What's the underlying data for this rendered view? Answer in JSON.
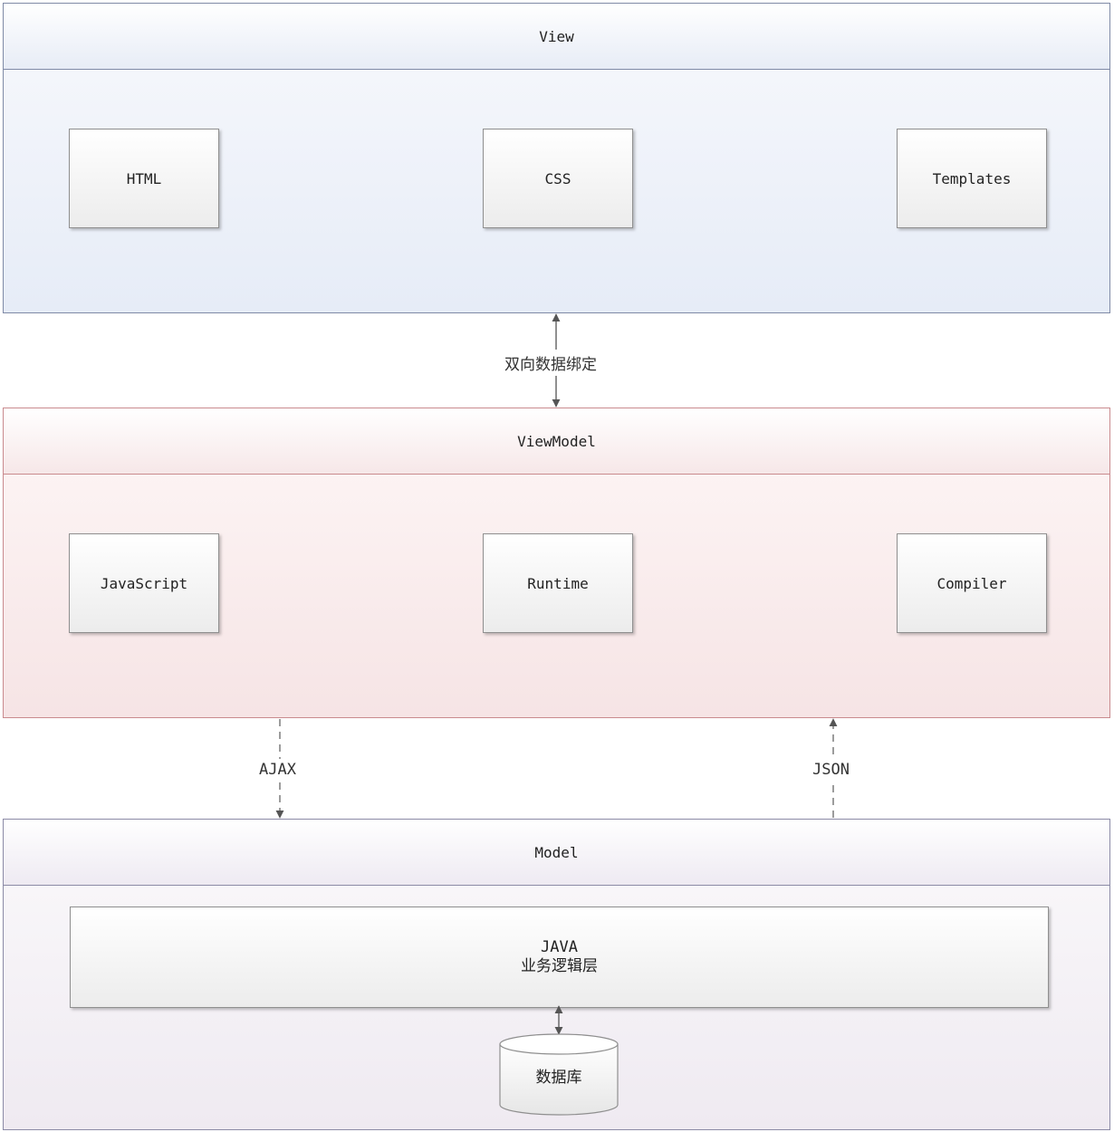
{
  "view": {
    "title": "View",
    "items": [
      "HTML",
      "CSS",
      "Templates"
    ]
  },
  "binding_label": "双向数据绑定",
  "viewmodel": {
    "title": "ViewModel",
    "items": [
      "JavaScript",
      "Runtime",
      "Compiler"
    ]
  },
  "ajax_label": "AJAX",
  "json_label": "JSON",
  "model": {
    "title": "Model",
    "logic_line1": "JAVA",
    "logic_line2": "业务逻辑层",
    "database": "数据库"
  }
}
